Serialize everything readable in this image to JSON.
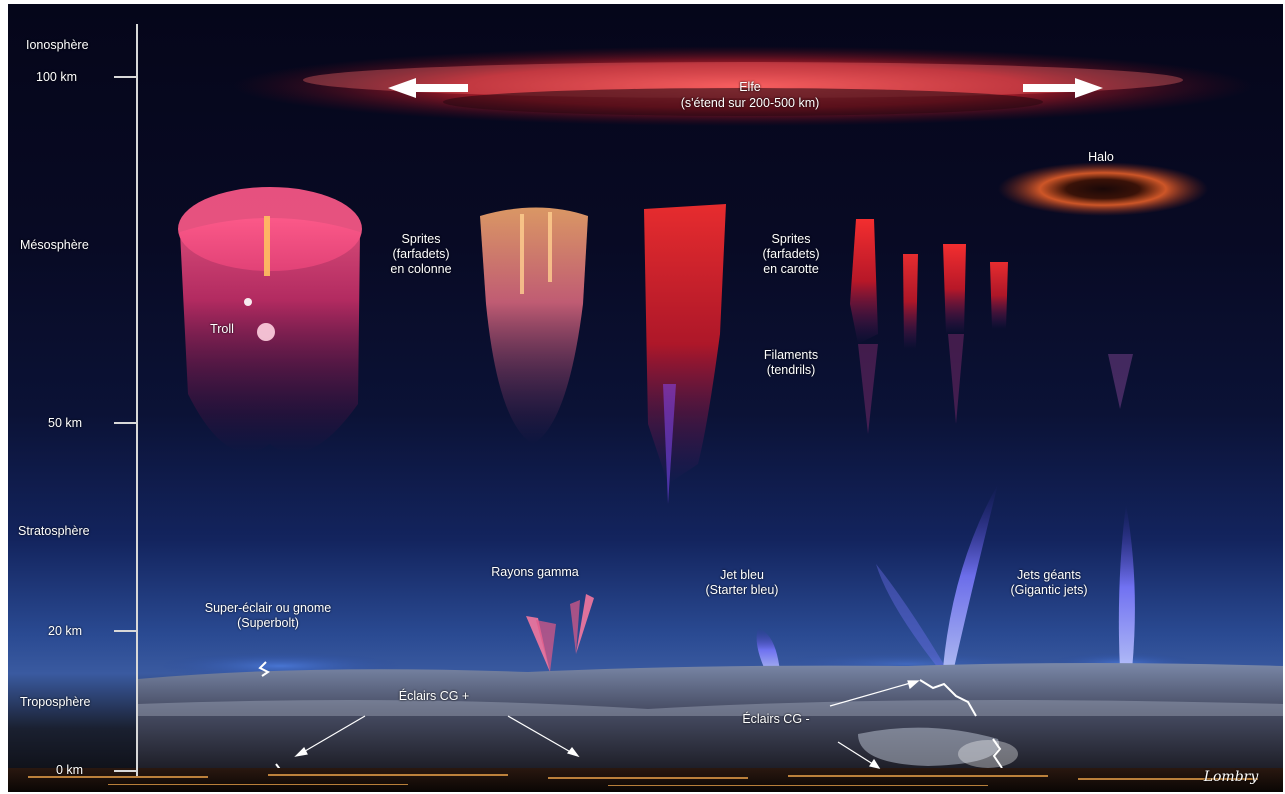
{
  "layers": {
    "ionosphere": "Ionosphère",
    "mesosphere": "Mésosphère",
    "stratosphere": "Stratosphère",
    "troposphere": "Troposphère"
  },
  "altitudes": {
    "km100": "100 km",
    "km50": "50 km",
    "km20": "20 km",
    "km0": "0 km"
  },
  "phenomena": {
    "elfe_name": "Elfe",
    "elfe_extent": "(s'étend sur 200-500 km)",
    "halo": "Halo",
    "troll": "Troll",
    "sprites_column": [
      "Sprites",
      "(farfadets)",
      "en colonne"
    ],
    "sprites_carrot": [
      "Sprites",
      "(farfadets)",
      "en carotte"
    ],
    "filaments": [
      "Filaments",
      "(tendrils)"
    ],
    "gamma_rays": "Rayons gamma",
    "blue_jet": [
      "Jet bleu",
      "(Starter bleu)"
    ],
    "gigantic_jets": [
      "Jets géants",
      "(Gigantic jets)"
    ],
    "superbolt": [
      "Super-éclair ou gnome",
      "(Superbolt)"
    ],
    "cg_positive": "Éclairs CG +",
    "cg_negative": "Éclairs CG -"
  },
  "credit": "Lombry",
  "colors": {
    "sprite_red": "#e0303a",
    "elfe_red": "#c8202a",
    "jet_blue": "#7a78ff",
    "axis": "#d8d8d8"
  }
}
